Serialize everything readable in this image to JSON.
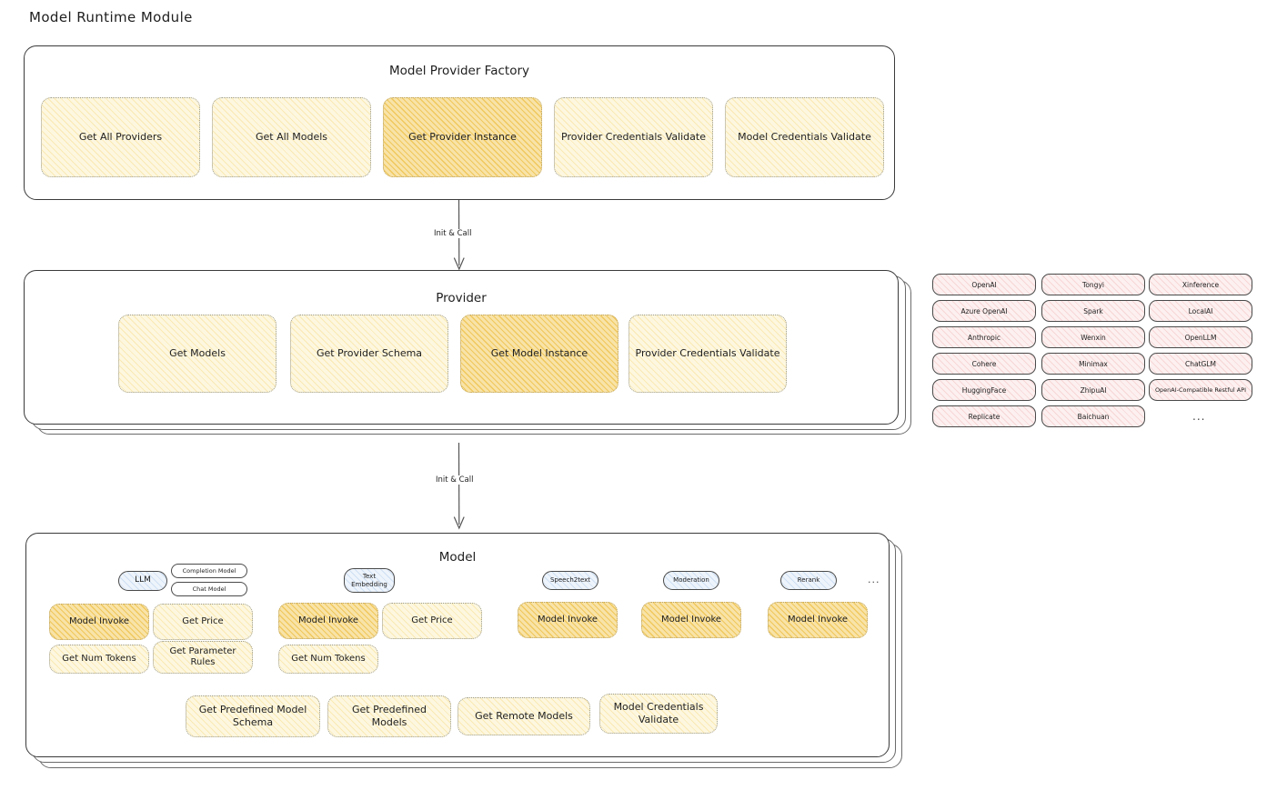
{
  "page": {
    "title": "Model Runtime Module",
    "background": "#ffffff",
    "accent_cream": "#fdf7e0",
    "accent_amber": "#f8e3a8",
    "accent_pink": "#fdf0f0",
    "accent_blue": "#eef4fb"
  },
  "factory": {
    "title": "Model Provider Factory",
    "nodes": [
      {
        "label": "Get All Providers",
        "highlight": false
      },
      {
        "label": "Get All Models",
        "highlight": false
      },
      {
        "label": "Get Provider Instance",
        "highlight": true
      },
      {
        "label": "Provider Credentials Validate",
        "highlight": false
      },
      {
        "label": "Model Credentials Validate",
        "highlight": false
      }
    ]
  },
  "arrows": [
    {
      "label": "Init & Call"
    },
    {
      "label": "Init & Call"
    }
  ],
  "provider": {
    "title": "Provider",
    "nodes": [
      {
        "label": "Get Models",
        "highlight": false
      },
      {
        "label": "Get Provider Schema",
        "highlight": false
      },
      {
        "label": "Get Model Instance",
        "highlight": true
      },
      {
        "label": "Provider Credentials Validate",
        "highlight": false
      }
    ]
  },
  "provider_list": {
    "columns": [
      [
        "OpenAI",
        "Azure OpenAI",
        "Anthropic",
        "Cohere",
        "HuggingFace",
        "Replicate"
      ],
      [
        "Tongyi",
        "Spark",
        "Wenxin",
        "Minimax",
        "ZhipuAI",
        "Baichuan"
      ],
      [
        "Xinference",
        "LocalAI",
        "OpenLLM",
        "ChatGLM",
        "OpenAI-Compatible Restful API"
      ]
    ],
    "more": "..."
  },
  "model": {
    "title": "Model",
    "more": "...",
    "types": [
      {
        "chip": "LLM",
        "subchips": [
          "Completion Model",
          "Chat Model"
        ],
        "ops_row1": [
          {
            "label": "Model Invoke",
            "highlight": true
          },
          {
            "label": "Get Price",
            "highlight": false
          }
        ],
        "ops_row2": [
          {
            "label": "Get Num Tokens",
            "highlight": false
          },
          {
            "label": "Get Parameter Rules",
            "highlight": false
          }
        ]
      },
      {
        "chip": "Text Embedding",
        "subchips": [],
        "ops_row1": [
          {
            "label": "Model Invoke",
            "highlight": true
          },
          {
            "label": "Get Price",
            "highlight": false
          }
        ],
        "ops_row2": [
          {
            "label": "Get Num Tokens",
            "highlight": false
          }
        ]
      },
      {
        "chip": "Speech2text",
        "subchips": [],
        "ops_row1": [
          {
            "label": "Model Invoke",
            "highlight": true
          }
        ],
        "ops_row2": []
      },
      {
        "chip": "Moderation",
        "subchips": [],
        "ops_row1": [
          {
            "label": "Model Invoke",
            "highlight": true
          }
        ],
        "ops_row2": []
      },
      {
        "chip": "Rerank",
        "subchips": [],
        "ops_row1": [
          {
            "label": "Model Invoke",
            "highlight": true
          }
        ],
        "ops_row2": []
      }
    ],
    "shared_ops": [
      "Get Predefined Model Schema",
      "Get Predefined Models",
      "Get Remote Models",
      "Model Credentials Validate"
    ]
  }
}
